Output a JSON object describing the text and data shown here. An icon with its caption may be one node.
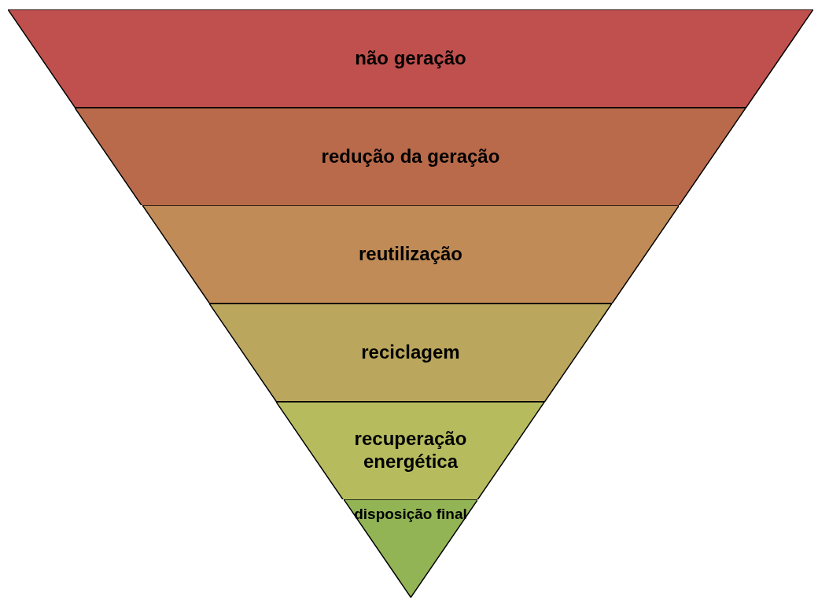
{
  "diagram": {
    "nodes": [
      {
        "text": [
          "não geração"
        ]
      },
      {
        "text": [
          "redução da geração"
        ]
      },
      {
        "text": [
          "reutilização"
        ]
      },
      {
        "text": [
          "reciclagem"
        ]
      },
      {
        "text": [
          "recuperação energética"
        ]
      },
      {
        "text": [
          "disposição final"
        ]
      }
    ]
  }
}
